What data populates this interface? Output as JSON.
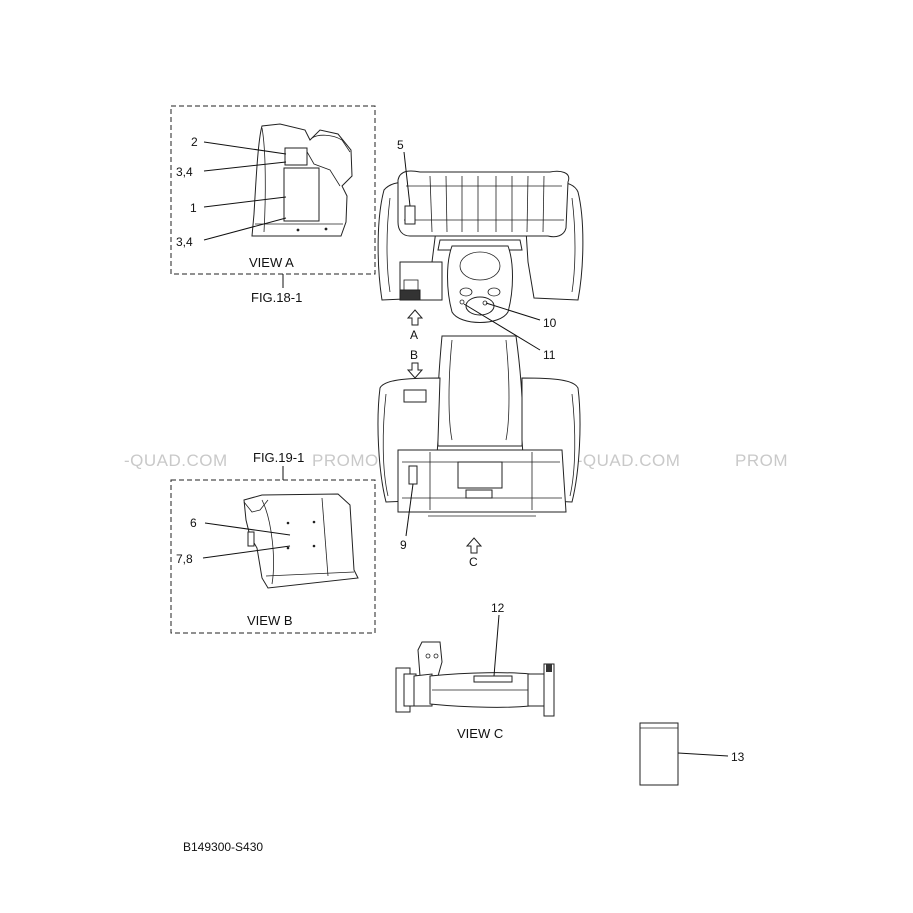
{
  "watermark": {
    "segments": [
      "-QUAD.COM",
      "PROMO-QUAD.COM",
      "PROMO-QUAD.COM",
      "PROM"
    ]
  },
  "views": {
    "a": {
      "caption": "VIEW A",
      "figure": "FIG.18-1"
    },
    "b": {
      "caption": "VIEW B",
      "figure": "FIG.19-1"
    },
    "c": {
      "caption": "VIEW C"
    }
  },
  "arrows": {
    "a": "A",
    "b": "B",
    "c": "C"
  },
  "callouts": {
    "c1": "1",
    "c2": "2",
    "c34a": "3,4",
    "c34b": "3,4",
    "c5": "5",
    "c6": "6",
    "c78": "7,8",
    "c9": "9",
    "c10": "10",
    "c11": "11",
    "c12": "12",
    "c13": "13"
  },
  "drawing_code": "B149300-S430"
}
